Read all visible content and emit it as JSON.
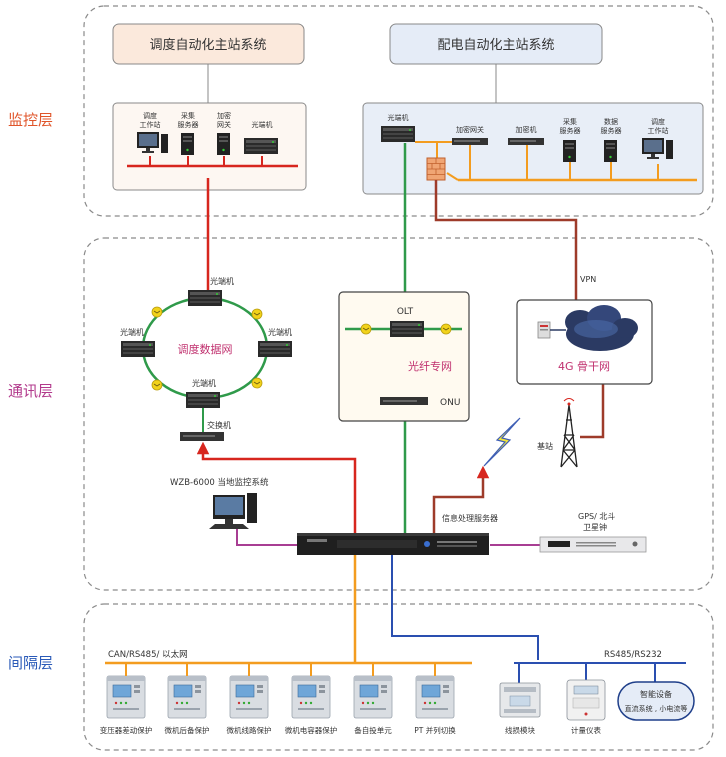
{
  "layers": {
    "monitor": "监控层",
    "comm": "通讯层",
    "bay": "间隔层"
  },
  "monitor": {
    "dispatch_title": "调度自动化主站系统",
    "distribution_title": "配电自动化主站系统",
    "dispatch_devices": [
      {
        "label1": "调度",
        "label2": "工作站"
      },
      {
        "label1": "采集",
        "label2": "服务器"
      },
      {
        "label1": "加密",
        "label2": "网关"
      },
      {
        "label1": "光端机",
        "label2": ""
      }
    ],
    "dist_devices": {
      "optical": "光端机",
      "gateway": "加密网关",
      "encryptor": "加密机",
      "collect1": "采集",
      "collect2": "服务器",
      "data1": "数据",
      "data2": "服务器",
      "ws1": "调度",
      "ws2": "工作站"
    }
  },
  "comm": {
    "ring_nodes": [
      "光端机",
      "光端机",
      "光端机",
      "光端机"
    ],
    "ring_title": "调度数据网",
    "switch": "交换机",
    "olt": "OLT",
    "fiber_title": "光纤专网",
    "onu": "ONU",
    "vpn": "VPN",
    "g4_title": "4G 骨干网",
    "base_station": "基站",
    "wzb": "WZB-6000 当地监控系统",
    "info_server": "信息处理服务器",
    "gps1": "GPS/ 北斗",
    "gps2": "卫星钟"
  },
  "bay": {
    "bus1": "CAN/RS485/ 以太网",
    "bus2": "RS485/RS232",
    "devices": [
      "变压器差动保护",
      "微机后备保护",
      "微机线路保护",
      "微机电容器保护",
      "备自投单元",
      "PT 并列切换"
    ],
    "wiring": "线损模块",
    "meter": "计量仪表",
    "smart1": "智能设备",
    "smart2": "直流系统 , 小电流等"
  },
  "colors": {
    "red": "#d7261e",
    "green": "#2f9a4a",
    "orange": "#f39c1f",
    "blue": "#2a4fb0",
    "purple": "#a83e93",
    "brown": "#9e3b2a"
  }
}
